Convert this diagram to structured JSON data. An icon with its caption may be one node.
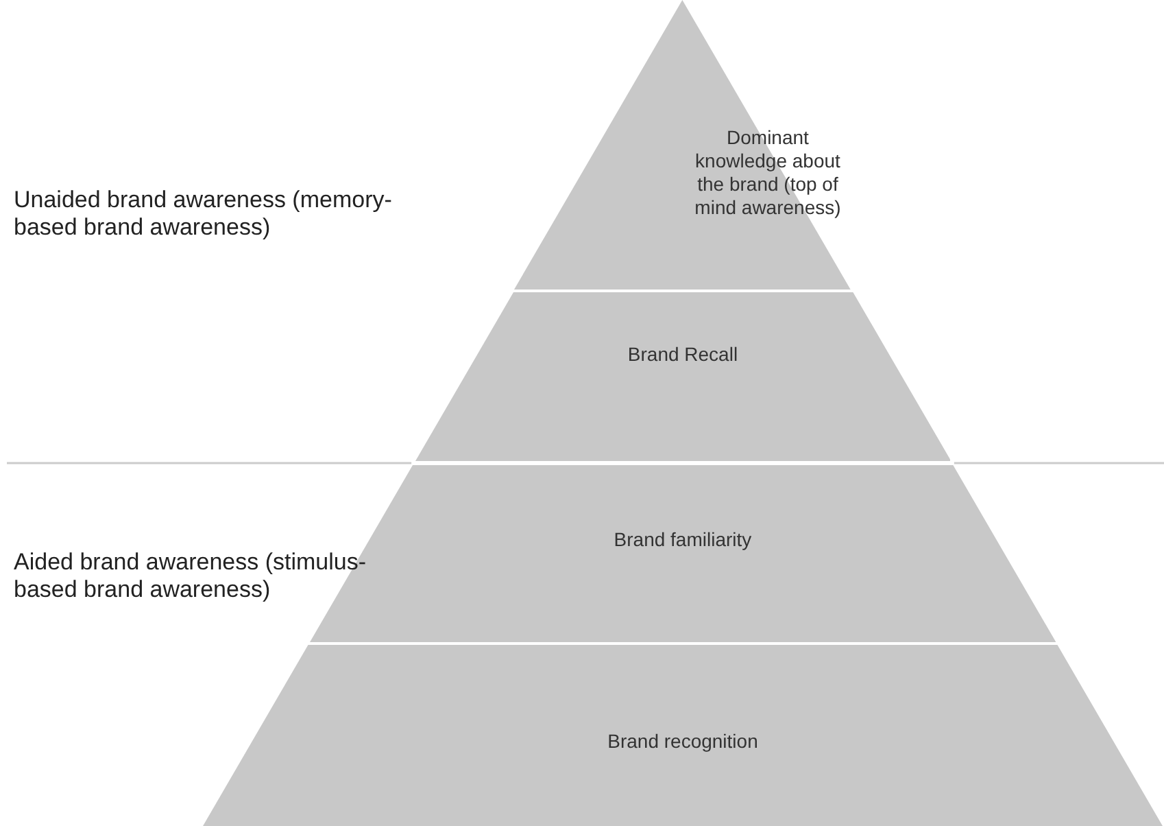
{
  "diagram": {
    "nodes": [
      {
        "text": [
          "Dominant knowledge about the brand (top of mind awareness)"
        ]
      },
      {
        "text": [
          "Brand Recall"
        ]
      },
      {
        "text": [
          "Brand familiarity"
        ]
      },
      {
        "text": [
          "Brand recognition"
        ]
      }
    ],
    "labels": [
      "Unaided brand awareness (memory-based brand awareness)",
      "Aided brand awareness (stimulus-based brand awareness)"
    ]
  }
}
